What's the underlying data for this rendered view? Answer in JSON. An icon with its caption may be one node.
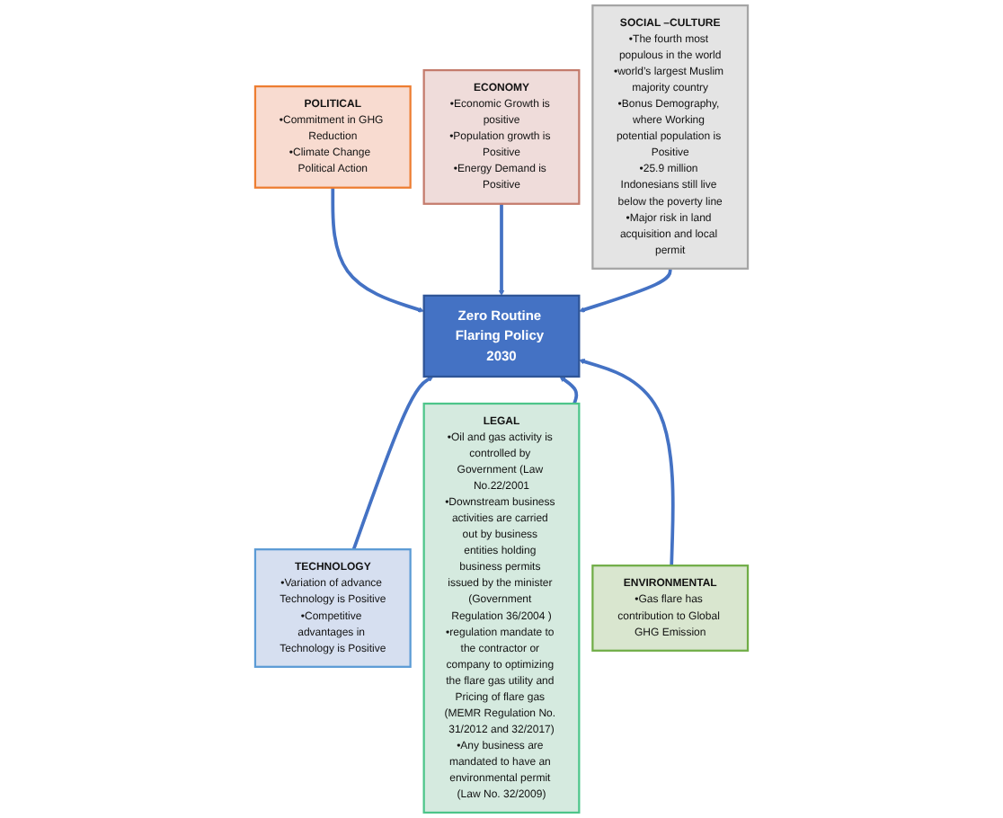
{
  "diagram": {
    "nodes": [
      {
        "text": [
          "POLITICAL",
          "•Commitment in GHG Reduction",
          "•Climate Change  Political Action"
        ]
      },
      {
        "text": [
          "ECONOMY",
          "•Economic Growth is positive",
          "•Population growth is Positive",
          "•Energy Demand is Positive"
        ]
      },
      {
        "text": [
          "SOCIAL –CULTURE",
          "•The fourth most populous in the world",
          "•world’s largest Muslim majority country",
          "•Bonus Demography, where Working potential population is Positive",
          "•25.9 million Indonesians still live below the poverty line",
          "•Major risk in land acquisition and local permit"
        ]
      },
      {
        "text": [
          "Zero Routine Flaring Policy 2030"
        ]
      },
      {
        "text": [
          "TECHNOLOGY",
          "•Variation of advance Technology is Positive",
          "•Competitive advantages in Technology is Positive"
        ]
      },
      {
        "text": [
          "LEGAL",
          "•Oil and gas activity is controlled by Government (Law No.22/2001",
          "•Downstream business activities are carried out by business entities holding business permits issued by the minister (Government Regulation 36/2004 )",
          "•regulation mandate to the contractor or company to optimizing the flare gas utility and Pricing of flare gas (MEMR Regulation No. 31/2012 and 32/2017)",
          "•Any business are mandated to have an environmental permit (Law No. 32/2009)"
        ]
      },
      {
        "text": [
          "ENVIRONMENTAL",
          "•Gas flare has contribution to Global GHG Emission"
        ]
      }
    ],
    "edges": [
      {
        "from": 0,
        "to": 3,
        "arrow": "to"
      },
      {
        "from": 1,
        "to": 3,
        "arrow": "to"
      },
      {
        "from": 2,
        "to": 3,
        "arrow": "to"
      },
      {
        "from": 4,
        "to": 3,
        "arrow": "to"
      },
      {
        "from": 5,
        "to": 3,
        "arrow": "to"
      },
      {
        "from": 6,
        "to": 3,
        "arrow": "to"
      }
    ]
  }
}
